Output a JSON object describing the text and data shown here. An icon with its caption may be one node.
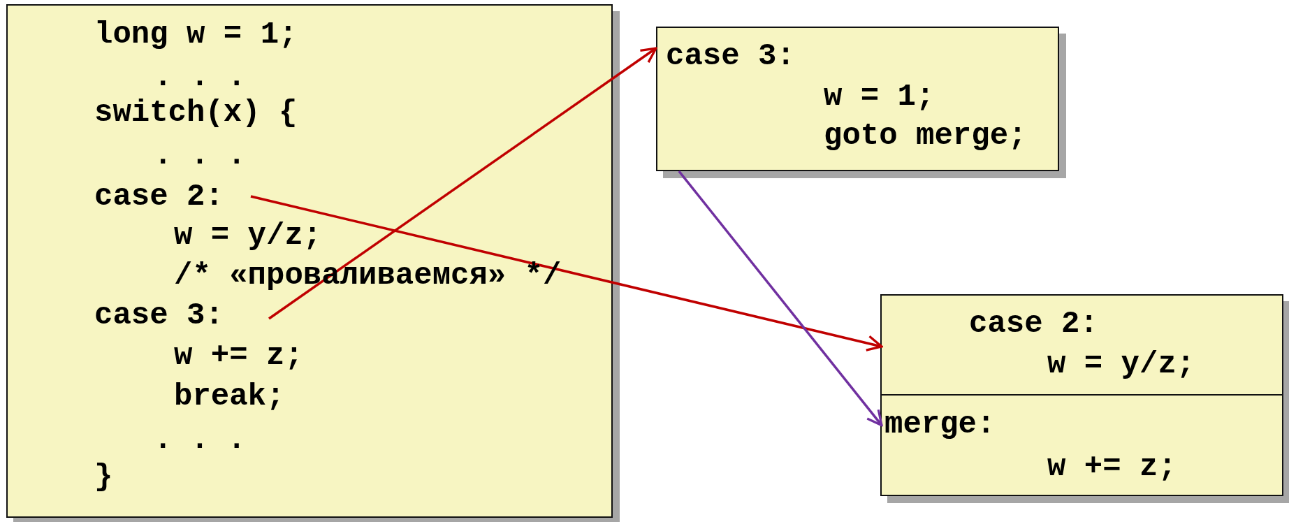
{
  "diagram": {
    "nodes": [
      {
        "text": [
          "long w = 1;",
          ". . .",
          "switch(x) {",
          ". . .",
          "w = y/z;",
          "/* «проваливаемся» */",
          "w += z;",
          "break;",
          ". . .",
          "}"
        ]
      },
      {
        "text": [
          "case 2:"
        ],
        "in": 0
      },
      {
        "text": [
          "case 3:"
        ],
        "in": 0
      },
      {
        "text": [
          "case 3:",
          "w = 1;",
          "goto merge;"
        ]
      },
      {
        "text": [],
        "shape": "box"
      },
      {
        "text": [
          "case 2:",
          "w = y/z;"
        ],
        "in": 4
      },
      {
        "text": [
          "merge:",
          "w += z;"
        ],
        "in": 4
      }
    ],
    "edges": [
      {
        "from": 1,
        "to": 5,
        "arrow": "to",
        "color": "#c00000"
      },
      {
        "from": 2,
        "to": 3,
        "arrow": "to",
        "color": "#c00000"
      },
      {
        "from": 3,
        "to": 6,
        "arrow": "to",
        "color": "#7030a0"
      }
    ]
  }
}
